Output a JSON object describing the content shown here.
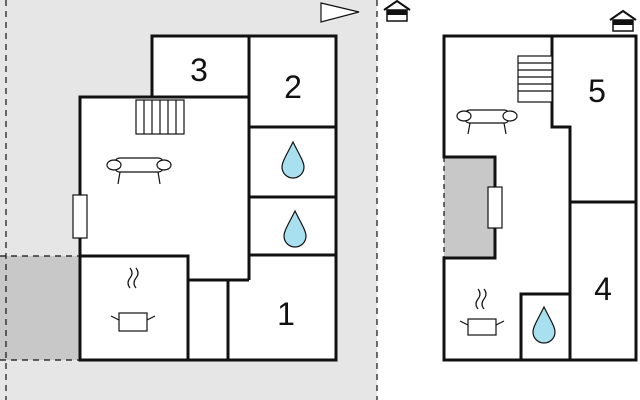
{
  "colors": {
    "background": "#ffffff",
    "yard": "#e6e6e6",
    "terrace": "#c8c8c8",
    "wall": "#111111",
    "water": "#a8e0f0"
  },
  "rooms": [
    {
      "label": "1"
    },
    {
      "label": "2"
    },
    {
      "label": "3"
    },
    {
      "label": "4"
    },
    {
      "label": "5"
    }
  ],
  "icons": {
    "north_arrow": "north-arrow-icon",
    "entrance": "house-entrance-icon",
    "stairs": "stairs-icon",
    "sofa": "sofa-icon",
    "bathroom": "water-drop-icon",
    "kitchen": "cooking-pot-icon",
    "window": "window-icon"
  }
}
